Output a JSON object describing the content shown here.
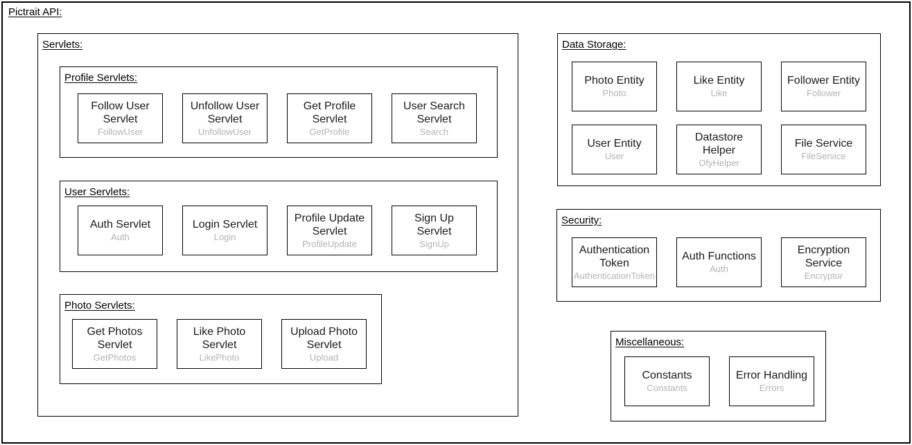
{
  "page": {
    "title": "Pictrait API:"
  },
  "colors": {
    "frame-border": "#000000",
    "background": "#ffffff",
    "node-title": "#1a1a1a",
    "node-subtitle": "#b3b3b3"
  },
  "sections": {
    "servlets": {
      "label": "Servlets:",
      "groups": [
        {
          "label": "Profile Servlets:",
          "items": [
            {
              "title": "Follow User Servlet",
              "subtitle": "FollowUser"
            },
            {
              "title": "Unfollow User Servlet",
              "subtitle": "UnfollowUser"
            },
            {
              "title": "Get Profile Servlet",
              "subtitle": "GetProfile"
            },
            {
              "title": "User Search Servlet",
              "subtitle": "Search"
            }
          ]
        },
        {
          "label": "User Servlets:",
          "items": [
            {
              "title": "Auth Servlet",
              "subtitle": "Auth"
            },
            {
              "title": "Login Servlet",
              "subtitle": "Login"
            },
            {
              "title": "Profile Update Servlet",
              "subtitle": "ProfileUpdate"
            },
            {
              "title": "Sign Up Servlet",
              "subtitle": "SignUp"
            }
          ]
        },
        {
          "label": "Photo Servlets:",
          "items": [
            {
              "title": "Get Photos Servlet",
              "subtitle": "GetPhotos"
            },
            {
              "title": "Like Photo Servlet",
              "subtitle": "LikePhoto"
            },
            {
              "title": "Upload Photo Servlet",
              "subtitle": "Upload"
            }
          ]
        }
      ]
    },
    "data_storage": {
      "label": "Data Storage:",
      "items": [
        {
          "title": "Photo Entity",
          "subtitle": "Photo"
        },
        {
          "title": "Like Entity",
          "subtitle": "Like"
        },
        {
          "title": "Follower Entity",
          "subtitle": "Follower"
        },
        {
          "title": "User Entity",
          "subtitle": "User"
        },
        {
          "title": "Datastore Helper",
          "subtitle": "OfyHelper"
        },
        {
          "title": "File Service",
          "subtitle": "FileService"
        }
      ]
    },
    "security": {
      "label": "Security:",
      "items": [
        {
          "title": "Authentication Token",
          "subtitle": "AuthenticationToken"
        },
        {
          "title": "Auth Functions",
          "subtitle": "Auth"
        },
        {
          "title": "Encryption Service",
          "subtitle": "Encryptor"
        }
      ]
    },
    "miscellaneous": {
      "label": "Miscellaneous:",
      "items": [
        {
          "title": "Constants",
          "subtitle": "Constants"
        },
        {
          "title": "Error Handling",
          "subtitle": "Errors"
        }
      ]
    }
  }
}
